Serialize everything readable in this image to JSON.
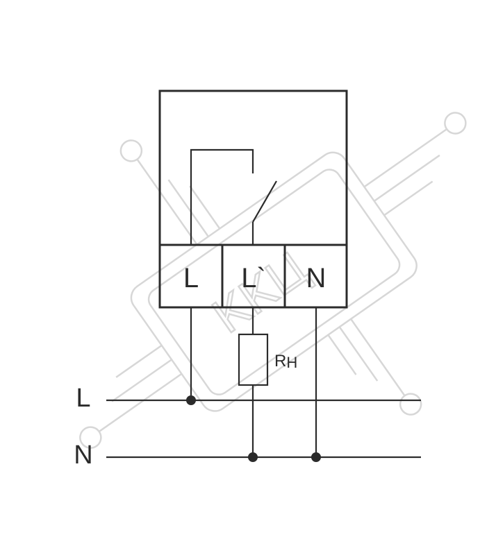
{
  "terminals": {
    "left": "L",
    "middle": "L`",
    "right": "N"
  },
  "bus_lines": {
    "line": "L",
    "neutral": "N"
  },
  "load": {
    "label_main": "R",
    "label_sub": "H"
  },
  "watermark": {
    "text": "KKЦ"
  },
  "colors": {
    "ink": "#2b2b2b",
    "watermark": "#d7d7d7",
    "background": "#ffffff"
  }
}
